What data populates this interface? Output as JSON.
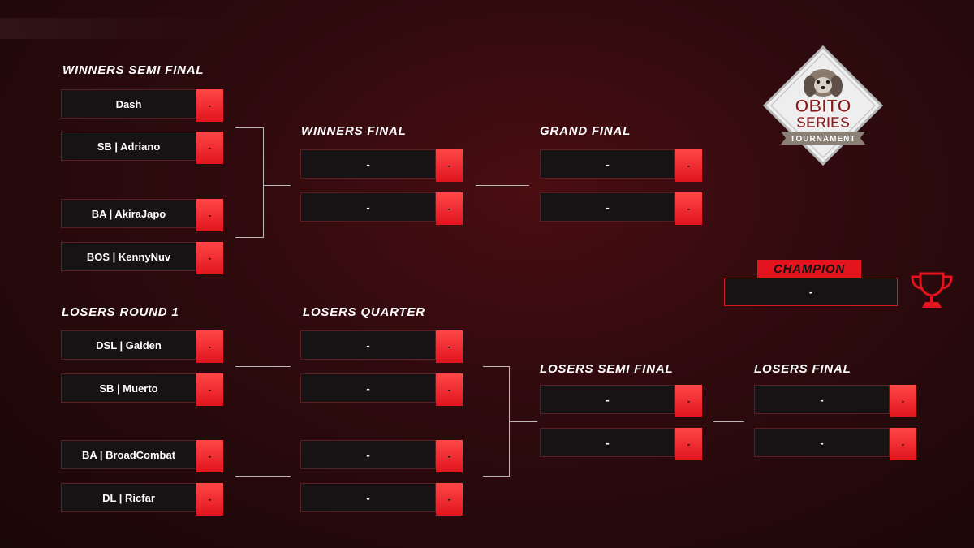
{
  "headers": {
    "winners_semi": "WINNERS SEMI FINAL",
    "winners_final": "WINNERS FINAL",
    "grand_final": "GRAND FINAL",
    "losers_r1": "LOSERS ROUND 1",
    "losers_quarter": "LOSERS QUARTER",
    "losers_semi": "LOSERS SEMI FINAL",
    "losers_final": "LOSERS FINAL",
    "champion": "CHAMPION"
  },
  "winners_semi": [
    {
      "name": "Dash",
      "score": "-"
    },
    {
      "name": "SB | Adriano",
      "score": "-"
    },
    {
      "name": "BA | AkiraJapo",
      "score": "-"
    },
    {
      "name": "BOS | KennyNuv",
      "score": "-"
    }
  ],
  "winners_final": [
    {
      "name": "-",
      "score": "-"
    },
    {
      "name": "-",
      "score": "-"
    }
  ],
  "grand_final": [
    {
      "name": "-",
      "score": "-"
    },
    {
      "name": "-",
      "score": "-"
    }
  ],
  "losers_r1": [
    {
      "name": "DSL | Gaiden",
      "score": "-"
    },
    {
      "name": "SB | Muerto",
      "score": "-"
    },
    {
      "name": "BA | BroadCombat",
      "score": "-"
    },
    {
      "name": "DL | Ricfar",
      "score": "-"
    }
  ],
  "losers_quarter": [
    {
      "name": "-",
      "score": "-"
    },
    {
      "name": "-",
      "score": "-"
    },
    {
      "name": "-",
      "score": "-"
    },
    {
      "name": "-",
      "score": "-"
    }
  ],
  "losers_semi": [
    {
      "name": "-",
      "score": "-"
    },
    {
      "name": "-",
      "score": "-"
    }
  ],
  "losers_final": [
    {
      "name": "-",
      "score": "-"
    },
    {
      "name": "-",
      "score": "-"
    }
  ],
  "champion": {
    "name": "-"
  },
  "logo": {
    "line1": "OBITO",
    "line2": "SERIES",
    "line3": "TOURNAMENT"
  },
  "icons": {
    "trophy": "trophy-icon",
    "logo": "dog-logo"
  },
  "colors": {
    "accent": "#e3141d",
    "background": "#2d0a0d",
    "slot": "#171213"
  }
}
